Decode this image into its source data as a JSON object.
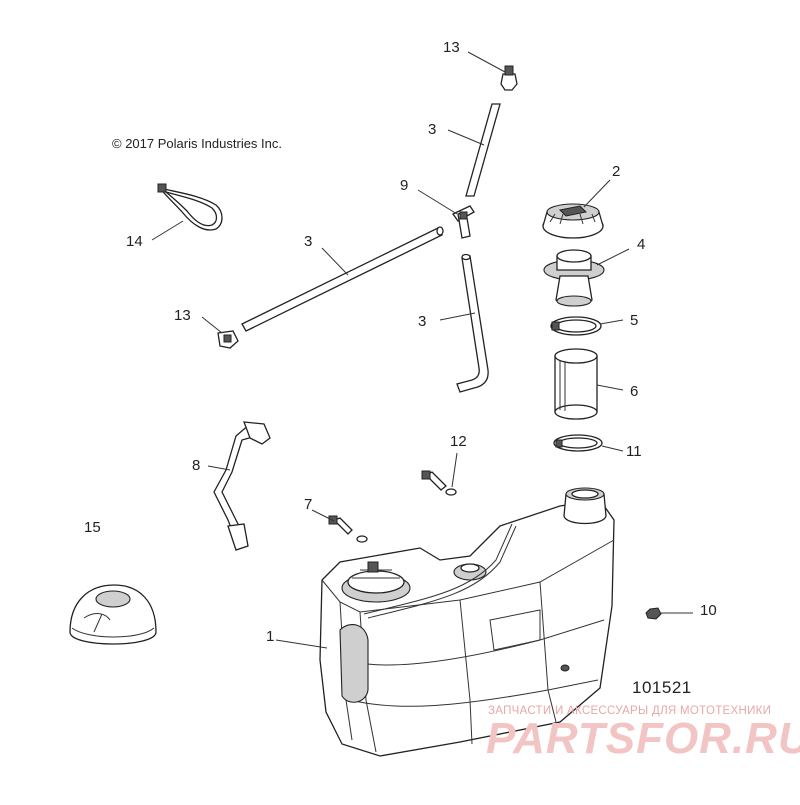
{
  "diagram": {
    "copyright": "© 2017 Polaris Industries Inc.",
    "diagram_id": "101521",
    "watermark": {
      "tagline": "ЗАПЧАСТИ И АКСЕССУАРЫ ДЛЯ МОТОТЕХНИКИ",
      "brand": "PARTSFOR.RU"
    },
    "callouts": [
      {
        "label": "1"
      },
      {
        "label": "2"
      },
      {
        "label": "3"
      },
      {
        "label": "3"
      },
      {
        "label": "3"
      },
      {
        "label": "4"
      },
      {
        "label": "5"
      },
      {
        "label": "6"
      },
      {
        "label": "7"
      },
      {
        "label": "8"
      },
      {
        "label": "9"
      },
      {
        "label": "10"
      },
      {
        "label": "11"
      },
      {
        "label": "12"
      },
      {
        "label": "13"
      },
      {
        "label": "13"
      },
      {
        "label": "14"
      },
      {
        "label": "15"
      }
    ]
  }
}
